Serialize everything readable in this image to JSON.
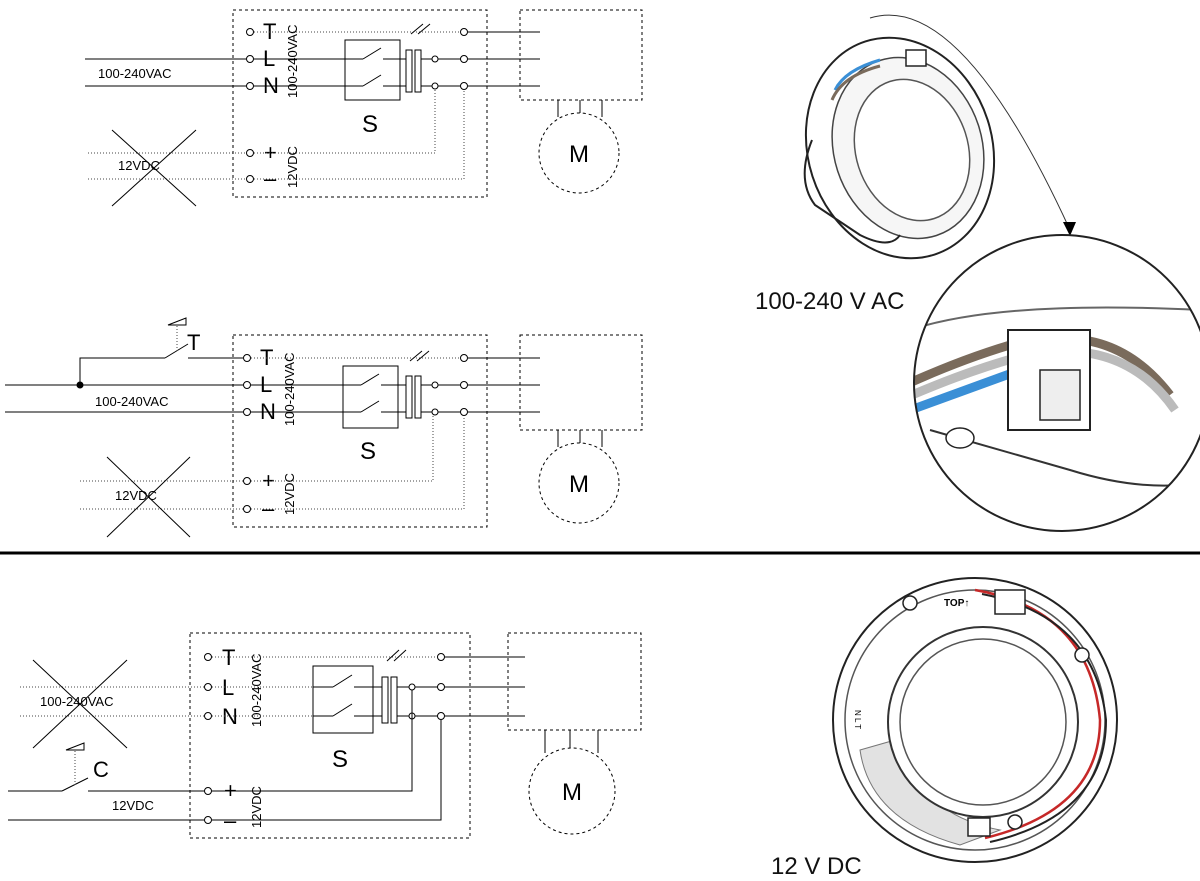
{
  "labels": {
    "terminal_t": "T",
    "terminal_l": "L",
    "terminal_n": "N",
    "terminal_plus": "+",
    "terminal_minus": "–",
    "ac_voltage": "100-240VAC",
    "dc_voltage": "12VDC",
    "switch_box": "S",
    "motor": "M",
    "timer_switch": "T",
    "control_switch": "C"
  },
  "captions": {
    "ac_caption": "100-240 V AC",
    "dc_caption": "12 V DC"
  },
  "device_markings": {
    "top_marking": "TOP↑",
    "terminal_marking": "N L T"
  }
}
